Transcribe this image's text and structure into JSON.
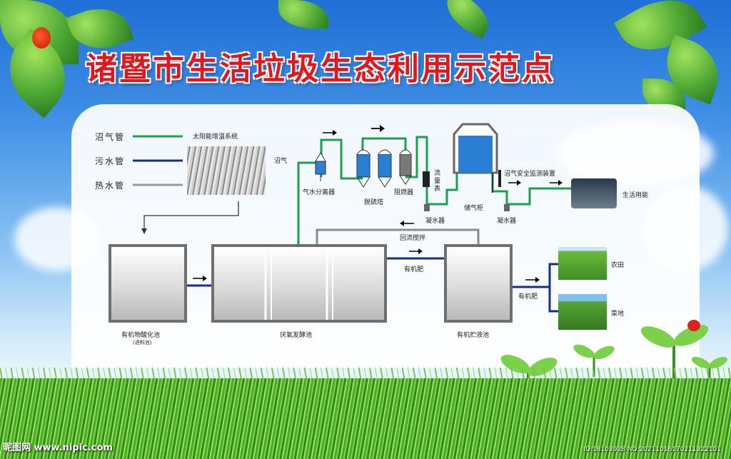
{
  "title": "诸暨市生活垃圾生态利用示范点",
  "legend": [
    {
      "label": "沼气管",
      "color": "#1aa24a"
    },
    {
      "label": "污水管",
      "color": "#1a2b8c"
    },
    {
      "label": "热水管",
      "color": "#9a9a9a"
    }
  ],
  "labels": {
    "solar": "太阳能增温系统",
    "biogas": "沼气",
    "separator": "气水分离器",
    "desulfur": "脱硫塔",
    "arrester": "阻燃器",
    "flowmeter": "流量表",
    "gas_holder": "储气柜",
    "safety": "沼气安全监测装置",
    "domestic": "生活用能",
    "drain1": "凝水器",
    "drain2": "凝水器",
    "reflux": "回流搅拌",
    "fertilizer1": "有机肥",
    "fertilizer2": "有机肥",
    "farmland": "农田",
    "vegetable": "菜地",
    "tank1": "有机物酸化池",
    "tank1_sub": "(进料池)",
    "tank2": "厌氧发酵池",
    "tank3": "有机贮液池"
  },
  "watermark": {
    "site": "昵图网 www.nipic.com",
    "id": "ID:18103928 NO:20211016170211322101"
  },
  "colors": {
    "title": "#e3161c",
    "gas": "#1aa24a",
    "sewage": "#1a2b8c",
    "hot": "#9a9a9a",
    "tower": "#2a7fd4"
  }
}
